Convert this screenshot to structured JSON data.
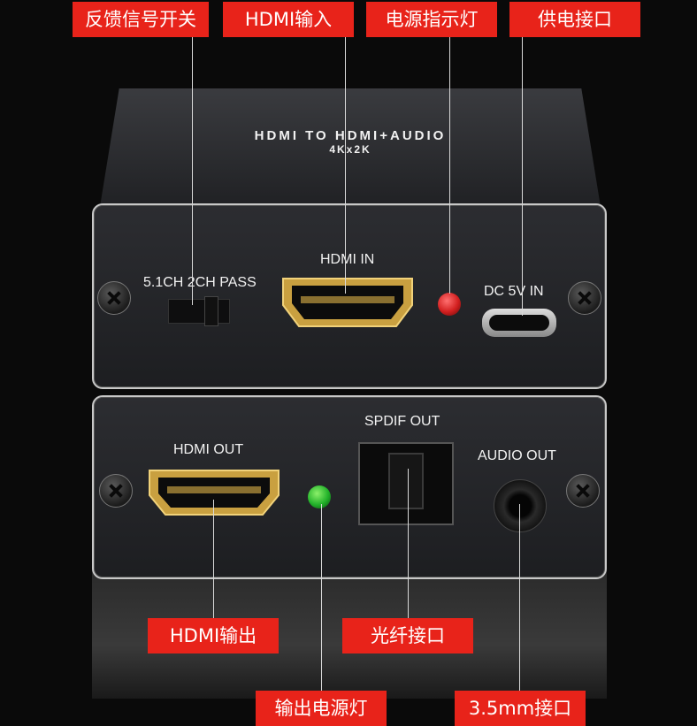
{
  "callouts": {
    "feedback_switch": "反馈信号开关",
    "hdmi_in": "HDMI输入",
    "power_indicator": "电源指示灯",
    "power_port": "供电接口",
    "hdmi_out": "HDMI输出",
    "optical_port": "光纤接口",
    "output_power_light": "输出电源灯",
    "audio_jack": "3.5mm接口"
  },
  "device": {
    "top_text_line1": "HDMI TO HDMI+AUDIO",
    "top_text_line2": "4Kx2K",
    "front": {
      "switch_label": "5.1CH 2CH PASS",
      "hdmi_in_label": "HDMI IN",
      "dc_label": "DC 5V  IN"
    },
    "back": {
      "hdmi_out_label": "HDMI OUT",
      "spdif_label": "SPDIF OUT",
      "audio_out_label": "AUDIO OUT"
    },
    "colors": {
      "callout_red": "#e8231a",
      "led_red": "#d21f1f",
      "led_green": "#22b22a",
      "hdmi_gold": "#c9a040"
    }
  }
}
